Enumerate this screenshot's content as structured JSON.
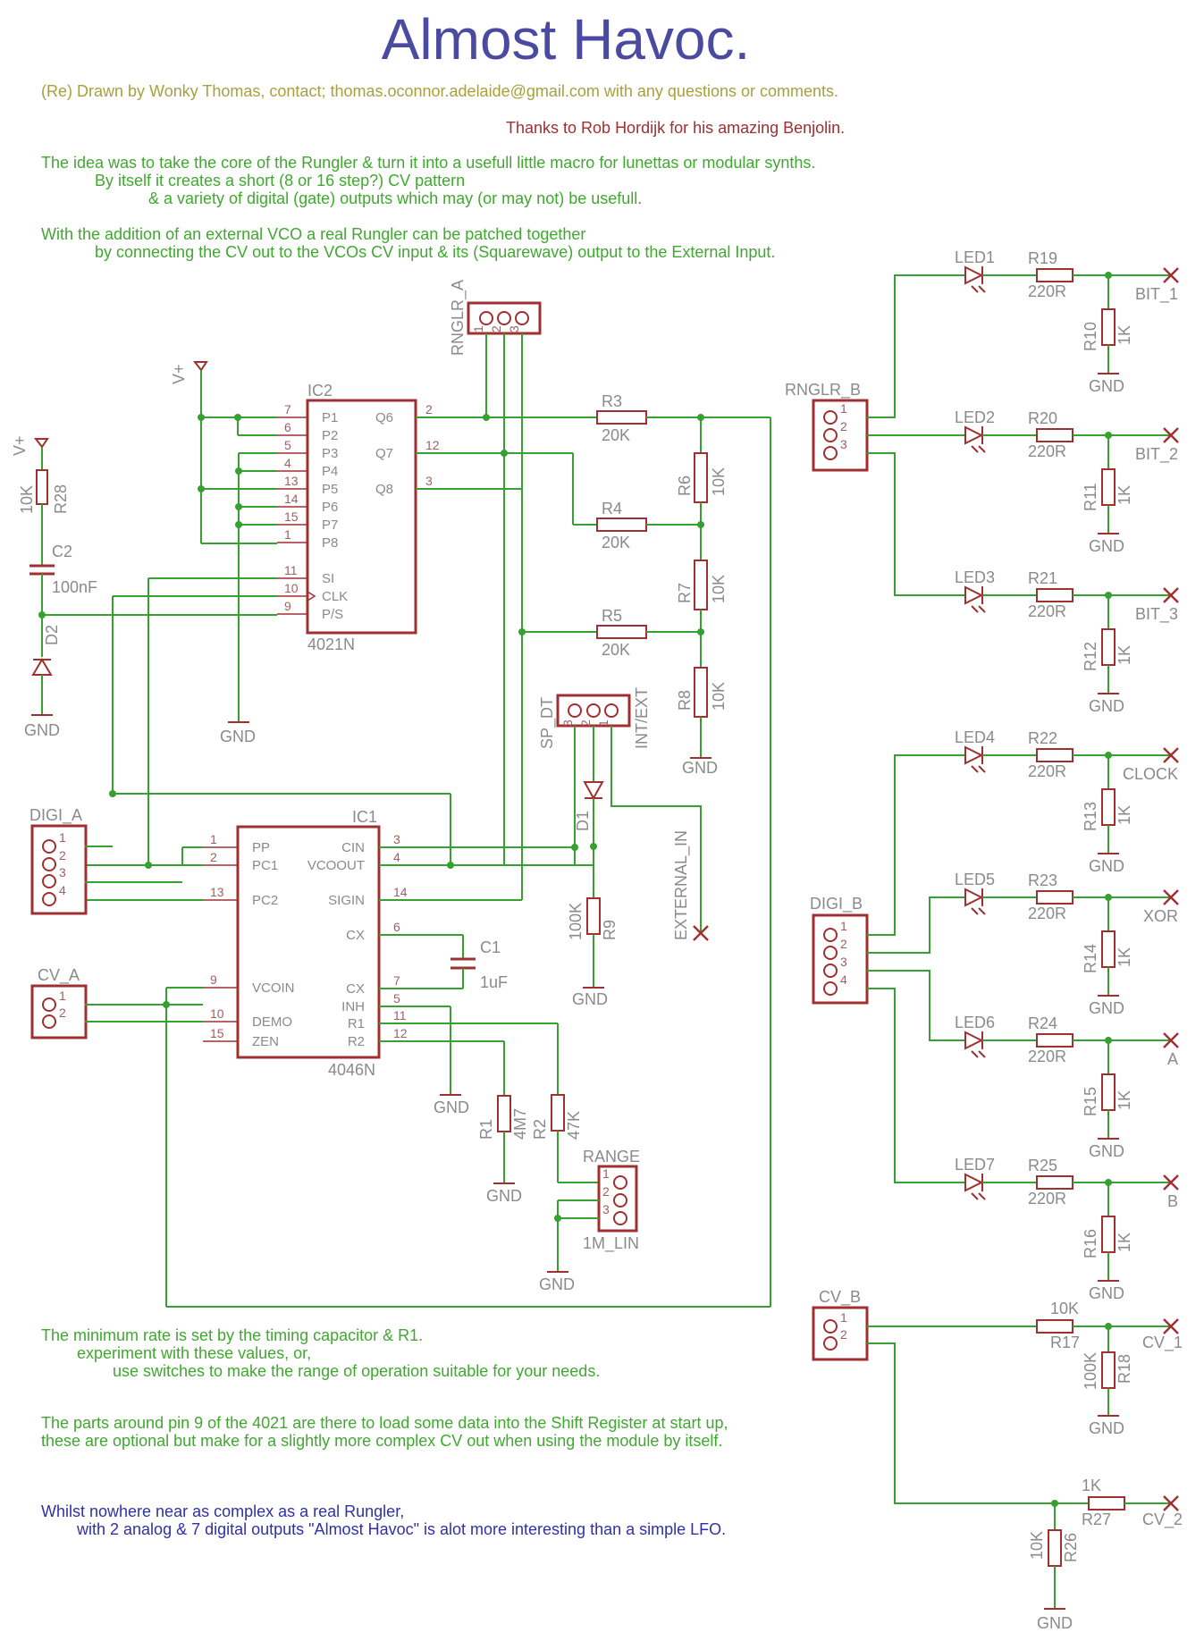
{
  "title": "Almost Havoc.",
  "credit": "(Re) Drawn by Wonky Thomas, contact; thomas.oconnor.adelaide@gmail.com with any questions or comments.",
  "thanks": "Thanks to  Rob Hordijk for his amazing Benjolin.",
  "intro": [
    "The idea was to take the core of the Rungler & turn it into a usefull little macro for lunettas or modular synths.",
    "By itself it creates a short (8 or 16 step?) CV pattern",
    "& a variety of digital (gate) outputs which may (or may not) be usefull.",
    "With the addition of an external VCO a real Rungler can be patched together",
    "by connecting the CV out to the VCOs CV input & its (Squarewave) output to the External Input."
  ],
  "notes": [
    "The minimum rate is set by the timing capacitor & R1.",
    "experiment with these values, or,",
    "use switches to make the range of operation suitable for your needs.",
    "The parts around pin 9 of the 4021 are there to load some data into the Shift Register at start up,",
    "these are optional but make for a slightly more complex CV out when using the module by itself."
  ],
  "closing": [
    "Whilst nowhere near as complex as a real Rungler,",
    "with 2 analog & 7 digital outputs \"Almost Havoc\" is alot more interesting than a simple LFO."
  ],
  "ic2": {
    "name": "IC2",
    "part": "4021N",
    "left_pins": [
      [
        "7",
        "P1"
      ],
      [
        "6",
        "P2"
      ],
      [
        "5",
        "P3"
      ],
      [
        "4",
        "P4"
      ],
      [
        "13",
        "P5"
      ],
      [
        "14",
        "P6"
      ],
      [
        "15",
        "P7"
      ],
      [
        "1",
        "P8"
      ]
    ],
    "ctrl_pins": [
      [
        "11",
        "SI"
      ],
      [
        "10",
        "CLK"
      ],
      [
        "9",
        "P/S"
      ]
    ],
    "right_pins": [
      [
        "2",
        "Q6"
      ],
      [
        "12",
        "Q7"
      ],
      [
        "3",
        "Q8"
      ]
    ]
  },
  "ic1": {
    "name": "IC1",
    "part": "4046N",
    "left_pins": [
      [
        "1",
        "PP"
      ],
      [
        "2",
        "PC1"
      ],
      [
        "13",
        "PC2"
      ],
      [
        "9",
        "VCOIN"
      ],
      [
        "10",
        "DEMO"
      ],
      [
        "15",
        "ZEN"
      ]
    ],
    "right_pins": [
      [
        "3",
        "CIN"
      ],
      [
        "4",
        "VCOOUT"
      ],
      [
        "14",
        "SIGIN"
      ],
      [
        "6",
        "CX"
      ],
      [
        "7",
        "CX"
      ],
      [
        "5",
        "INH"
      ],
      [
        "11",
        "R1"
      ],
      [
        "12",
        "R2"
      ]
    ]
  },
  "labels": {
    "vplus": "V+",
    "gnd": "GND",
    "r28": "R28",
    "r28v": "10K",
    "c2": "C2",
    "c2v": "100nF",
    "d2": "D2",
    "rnglr_a": "RNGLR_A",
    "rnglr_b": "RNGLR_B",
    "sp_dt": "SP_DT",
    "int_ext": "INT/EXT",
    "r3": "R3",
    "r4": "R4",
    "r5": "R5",
    "r20k": "20K",
    "r6": "R6",
    "r7": "R7",
    "r8": "R8",
    "r10k": "10K",
    "d1": "D1",
    "r9": "R9",
    "r9v": "100K",
    "ext_in": "EXTERNAL_IN",
    "c1": "C1",
    "c1v": "1uF",
    "r1": "R1",
    "r1v": "4M7",
    "r2": "R2",
    "r2v": "47K",
    "range": "RANGE",
    "range_part": "1M_LIN",
    "digi_a": "DIGI_A",
    "digi_b": "DIGI_B",
    "cv_a": "CV_A",
    "cv_b": "CV_B",
    "r17": "R17",
    "r18": "R18",
    "r18v": "100K",
    "r26": "R26",
    "r27": "R27",
    "r27v": "1K",
    "r1k": "1K"
  },
  "led_outputs": [
    {
      "led": "LED1",
      "res": "R19",
      "val": "220R",
      "pull": "R10",
      "pullv": "1K",
      "out": "BIT_1"
    },
    {
      "led": "LED2",
      "res": "R20",
      "val": "220R",
      "pull": "R11",
      "pullv": "1K",
      "out": "BIT_2"
    },
    {
      "led": "LED3",
      "res": "R21",
      "val": "220R",
      "pull": "R12",
      "pullv": "1K",
      "out": "BIT_3"
    },
    {
      "led": "LED4",
      "res": "R22",
      "val": "220R",
      "pull": "R13",
      "pullv": "1K",
      "out": "CLOCK"
    },
    {
      "led": "LED5",
      "res": "R23",
      "val": "220R",
      "pull": "R14",
      "pullv": "1K",
      "out": "XOR"
    },
    {
      "led": "LED6",
      "res": "R24",
      "val": "220R",
      "pull": "R15",
      "pullv": "1K",
      "out": "A"
    },
    {
      "led": "LED7",
      "res": "R25",
      "val": "220R",
      "pull": "R16",
      "pullv": "1K",
      "out": "B"
    }
  ],
  "cv_outputs": [
    {
      "out": "CV_1"
    },
    {
      "out": "CV_2"
    }
  ],
  "colors": {
    "wire": "#36a030",
    "part": "#a03030",
    "label": "#8a8a8a",
    "title": "#4a4aa0"
  }
}
